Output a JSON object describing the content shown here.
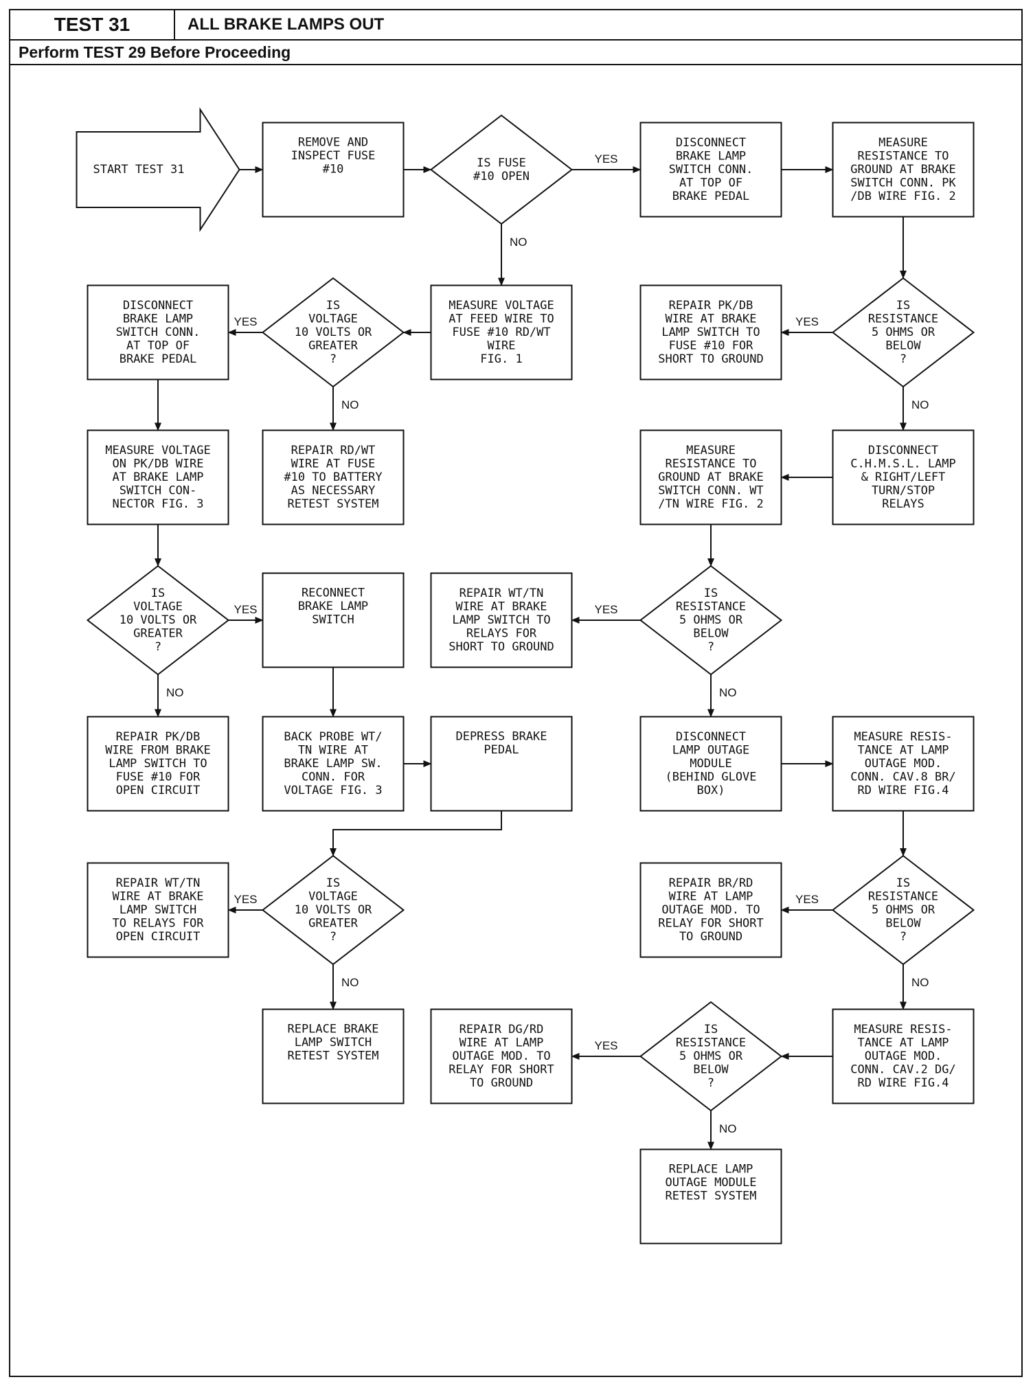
{
  "header": {
    "test_label": "TEST 31",
    "title": "ALL BRAKE LAMPS OUT",
    "note": "Perform TEST 29 Before Proceeding"
  },
  "nodes": [
    {
      "id": "start",
      "shape": "arrow",
      "lines": [
        "START TEST 31"
      ]
    },
    {
      "id": "n_remove_fuse",
      "shape": "rect",
      "lines": [
        "REMOVE AND",
        "INSPECT FUSE",
        "#10"
      ]
    },
    {
      "id": "d_fuse_open",
      "shape": "diamond",
      "lines": [
        "IS FUSE",
        "#10 OPEN"
      ]
    },
    {
      "id": "n_disc_top",
      "shape": "rect",
      "lines": [
        "DISCONNECT",
        "BRAKE LAMP",
        "SWITCH CONN.",
        "AT TOP OF",
        "BRAKE PEDAL"
      ]
    },
    {
      "id": "n_meas_res_pkdb",
      "shape": "rect",
      "lines": [
        "MEASURE",
        "RESISTANCE TO",
        "GROUND AT BRAKE",
        "SWITCH CONN. PK",
        "/DB WIRE FIG. 2"
      ]
    },
    {
      "id": "n_meas_volt_feed",
      "shape": "rect",
      "lines": [
        "MEASURE VOLTAGE",
        "AT FEED WIRE TO",
        "FUSE #10 RD/WT",
        "WIRE",
        "FIG. 1"
      ]
    },
    {
      "id": "d_volt_1",
      "shape": "diamond",
      "lines": [
        "IS",
        "VOLTAGE",
        "10 VOLTS OR",
        "GREATER",
        "?"
      ]
    },
    {
      "id": "n_disc_left",
      "shape": "rect",
      "lines": [
        "DISCONNECT",
        "BRAKE LAMP",
        "SWITCH CONN.",
        "AT TOP OF",
        "BRAKE PEDAL"
      ]
    },
    {
      "id": "n_repair_pkdb_short",
      "shape": "rect",
      "lines": [
        "REPAIR PK/DB",
        "WIRE AT BRAKE",
        "LAMP SWITCH TO",
        "FUSE #10 FOR",
        "SHORT TO GROUND"
      ]
    },
    {
      "id": "d_res_1",
      "shape": "diamond",
      "lines": [
        "IS",
        "RESISTANCE",
        "5 OHMS OR",
        "BELOW",
        "?"
      ]
    },
    {
      "id": "n_meas_volt_pkdb",
      "shape": "rect",
      "lines": [
        "MEASURE VOLTAGE",
        "ON PK/DB WIRE",
        "AT BRAKE LAMP",
        "SWITCH CON-",
        "NECTOR FIG. 3"
      ]
    },
    {
      "id": "n_repair_rdwt",
      "shape": "rect",
      "lines": [
        "REPAIR RD/WT",
        "WIRE AT FUSE",
        "#10 TO BATTERY",
        "AS NECESSARY",
        "RETEST SYSTEM"
      ]
    },
    {
      "id": "n_meas_res_wttn",
      "shape": "rect",
      "lines": [
        "MEASURE",
        "RESISTANCE TO",
        "GROUND AT BRAKE",
        "SWITCH CONN. WT",
        "/TN WIRE FIG. 2"
      ]
    },
    {
      "id": "n_disc_chmsl",
      "shape": "rect",
      "lines": [
        "DISCONNECT",
        "C.H.M.S.L. LAMP",
        "& RIGHT/LEFT",
        "TURN/STOP",
        "RELAYS"
      ]
    },
    {
      "id": "d_volt_2",
      "shape": "diamond",
      "lines": [
        "IS",
        "VOLTAGE",
        "10 VOLTS OR",
        "GREATER",
        "?"
      ]
    },
    {
      "id": "n_reconnect",
      "shape": "rect",
      "lines": [
        "RECONNECT",
        "BRAKE LAMP",
        "SWITCH"
      ]
    },
    {
      "id": "n_repair_wttn_short",
      "shape": "rect",
      "lines": [
        "REPAIR WT/TN",
        "WIRE AT BRAKE",
        "LAMP SWITCH TO",
        "RELAYS FOR",
        "SHORT TO GROUND"
      ]
    },
    {
      "id": "d_res_2",
      "shape": "diamond",
      "lines": [
        "IS",
        "RESISTANCE",
        "5 OHMS OR",
        "BELOW",
        "?"
      ]
    },
    {
      "id": "n_repair_pkdb_open",
      "shape": "rect",
      "lines": [
        "REPAIR PK/DB",
        "WIRE FROM BRAKE",
        "LAMP SWITCH TO",
        "FUSE #10 FOR",
        "OPEN CIRCUIT"
      ]
    },
    {
      "id": "n_back_probe",
      "shape": "rect",
      "lines": [
        "BACK PROBE WT/",
        "TN WIRE AT",
        "BRAKE LAMP SW.",
        "CONN. FOR",
        "VOLTAGE FIG. 3"
      ]
    },
    {
      "id": "n_depress",
      "shape": "rect",
      "lines": [
        "DEPRESS BRAKE",
        "PEDAL"
      ]
    },
    {
      "id": "n_disc_outage",
      "shape": "rect",
      "lines": [
        "DISCONNECT",
        "LAMP OUTAGE",
        "MODULE",
        "(BEHIND GLOVE",
        "BOX)"
      ]
    },
    {
      "id": "n_meas_res_cav8",
      "shape": "rect",
      "lines": [
        "MEASURE RESIS-",
        "TANCE AT LAMP",
        "OUTAGE MOD.",
        "CONN. CAV.8 BR/",
        "RD WIRE FIG.4"
      ]
    },
    {
      "id": "n_repair_wttn_open",
      "shape": "rect",
      "lines": [
        "REPAIR WT/TN",
        "WIRE AT BRAKE",
        "LAMP SWITCH",
        "TO RELAYS FOR",
        "OPEN CIRCUIT"
      ]
    },
    {
      "id": "d_volt_3",
      "shape": "diamond",
      "lines": [
        "IS",
        "VOLTAGE",
        "10 VOLTS OR",
        "GREATER",
        "?"
      ]
    },
    {
      "id": "n_repair_brrd",
      "shape": "rect",
      "lines": [
        "REPAIR BR/RD",
        "WIRE AT LAMP",
        "OUTAGE MOD. TO",
        "RELAY FOR SHORT",
        "TO GROUND"
      ]
    },
    {
      "id": "d_res_3",
      "shape": "diamond",
      "lines": [
        "IS",
        "RESISTANCE",
        "5 OHMS OR",
        "BELOW",
        "?"
      ]
    },
    {
      "id": "n_replace_switch",
      "shape": "rect",
      "lines": [
        "REPLACE BRAKE",
        "LAMP SWITCH",
        "RETEST SYSTEM"
      ]
    },
    {
      "id": "n_repair_dgrd",
      "shape": "rect",
      "lines": [
        "REPAIR DG/RD",
        "WIRE AT LAMP",
        "OUTAGE MOD. TO",
        "RELAY FOR SHORT",
        "TO GROUND"
      ]
    },
    {
      "id": "d_res_4",
      "shape": "diamond",
      "lines": [
        "IS",
        "RESISTANCE",
        "5 OHMS OR",
        "BELOW",
        "?"
      ]
    },
    {
      "id": "n_meas_res_cav2",
      "shape": "rect",
      "lines": [
        "MEASURE RESIS-",
        "TANCE AT LAMP",
        "OUTAGE MOD.",
        "CONN. CAV.2 DG/",
        "RD WIRE FIG.4"
      ]
    },
    {
      "id": "n_replace_module",
      "shape": "rect",
      "lines": [
        "REPLACE LAMP",
        "OUTAGE MODULE",
        "RETEST SYSTEM"
      ]
    }
  ],
  "edges": [
    {
      "from": "start",
      "to": "n_remove_fuse",
      "label": ""
    },
    {
      "from": "n_remove_fuse",
      "to": "d_fuse_open",
      "label": ""
    },
    {
      "from": "d_fuse_open",
      "to": "n_disc_top",
      "label": "YES"
    },
    {
      "from": "d_fuse_open",
      "to": "n_meas_volt_feed",
      "label": "NO"
    },
    {
      "from": "n_disc_top",
      "to": "n_meas_res_pkdb",
      "label": ""
    },
    {
      "from": "n_meas_res_pkdb",
      "to": "d_res_1",
      "label": ""
    },
    {
      "from": "n_meas_volt_feed",
      "to": "d_volt_1",
      "label": ""
    },
    {
      "from": "d_volt_1",
      "to": "n_disc_left",
      "label": "YES"
    },
    {
      "from": "d_volt_1",
      "to": "n_repair_rdwt",
      "label": "NO"
    },
    {
      "from": "d_res_1",
      "to": "n_repair_pkdb_short",
      "label": "YES"
    },
    {
      "from": "d_res_1",
      "to": "n_disc_chmsl",
      "label": "NO"
    },
    {
      "from": "n_disc_left",
      "to": "n_meas_volt_pkdb",
      "label": ""
    },
    {
      "from": "n_disc_chmsl",
      "to": "n_meas_res_wttn",
      "label": ""
    },
    {
      "from": "n_meas_volt_pkdb",
      "to": "d_volt_2",
      "label": ""
    },
    {
      "from": "n_meas_res_wttn",
      "to": "d_res_2",
      "label": ""
    },
    {
      "from": "d_volt_2",
      "to": "n_reconnect",
      "label": "YES"
    },
    {
      "from": "d_volt_2",
      "to": "n_repair_pkdb_open",
      "label": "NO"
    },
    {
      "from": "d_res_2",
      "to": "n_repair_wttn_short",
      "label": "YES"
    },
    {
      "from": "d_res_2",
      "to": "n_disc_outage",
      "label": "NO"
    },
    {
      "from": "n_reconnect",
      "to": "n_back_probe",
      "label": ""
    },
    {
      "from": "n_back_probe",
      "to": "n_depress",
      "label": ""
    },
    {
      "from": "n_depress",
      "to": "d_volt_3",
      "label": ""
    },
    {
      "from": "n_disc_outage",
      "to": "n_meas_res_cav8",
      "label": ""
    },
    {
      "from": "n_meas_res_cav8",
      "to": "d_res_3",
      "label": ""
    },
    {
      "from": "d_volt_3",
      "to": "n_repair_wttn_open",
      "label": "YES"
    },
    {
      "from": "d_volt_3",
      "to": "n_replace_switch",
      "label": "NO"
    },
    {
      "from": "d_res_3",
      "to": "n_repair_brrd",
      "label": "YES"
    },
    {
      "from": "d_res_3",
      "to": "n_meas_res_cav2",
      "label": "NO"
    },
    {
      "from": "n_meas_res_cav2",
      "to": "d_res_4",
      "label": ""
    },
    {
      "from": "d_res_4",
      "to": "n_repair_dgrd",
      "label": "YES"
    },
    {
      "from": "d_res_4",
      "to": "n_replace_module",
      "label": "NO"
    }
  ]
}
